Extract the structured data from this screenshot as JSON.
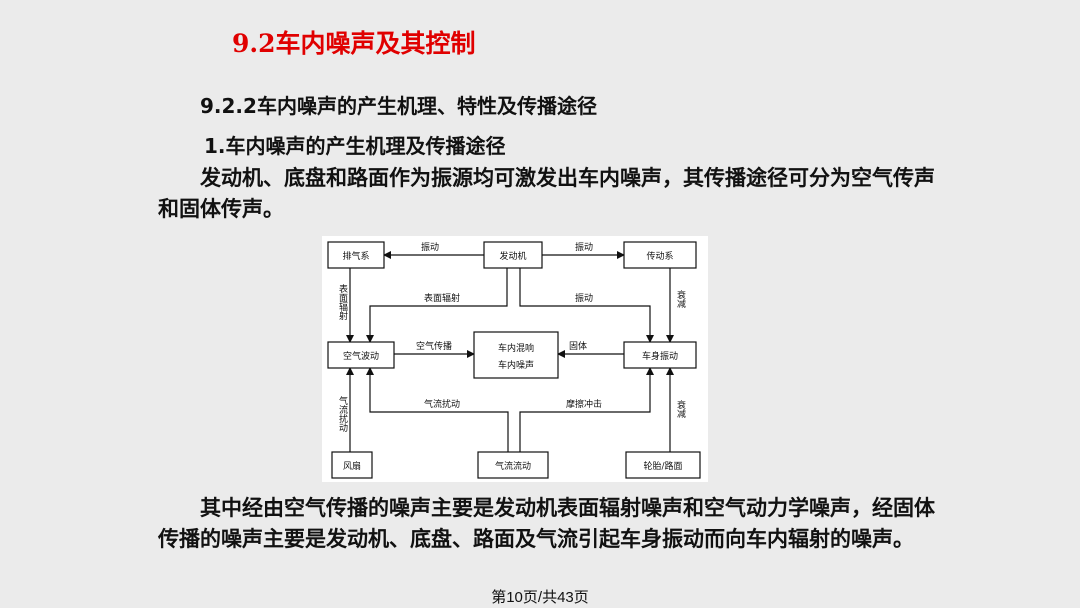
{
  "slide": {
    "title": "9.2车内噪声及其控制",
    "subtitle": "9.2.2车内噪声的产生机理、特性及传播途径",
    "section_heading": "1.车内噪声的产生机理及传播途径",
    "paragraph_1": "发动机、底盘和路面作为振源均可激发出车内噪声，其传播途径可分为空气传声和固体传声。",
    "paragraph_2": "其中经由空气传播的噪声主要是发动机表面辐射噪声和空气动力学噪声，经固体传播的噪声主要是发动机、底盘、路面及气流引起车身振动而向车内辐射的噪声。"
  },
  "diagram": {
    "nodes": {
      "exhaust": "排气系",
      "engine": "发动机",
      "drivetrain": "传动系",
      "air_wave": "空气波动",
      "cabin_line1": "车内混响",
      "cabin_line2": "车内噪声",
      "body_vibration": "车身振动",
      "fan": "风扇",
      "airflow": "气流流动",
      "tire_road": "轮胎/路面"
    },
    "edges": {
      "vibration_left": "振动",
      "vibration_right": "振动",
      "surface_radiation_vertical": "表面辐射",
      "surface_radiation": "表面辐射",
      "vibration_mid": "振动",
      "damping_top": "衰减",
      "air_transmission": "空气传播",
      "solid": "固体",
      "airflow_disturbance_vertical": "气流扰动",
      "airflow_disturbance": "气流扰动",
      "friction_impact": "摩擦冲击",
      "damping_bottom": "衰减"
    }
  },
  "footer": {
    "page_indicator": "第10页/共43页"
  }
}
